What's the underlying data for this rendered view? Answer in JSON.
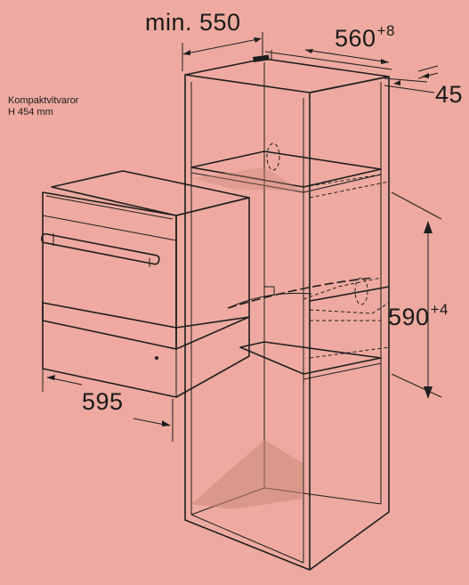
{
  "labels": {
    "min_depth": "min. 550",
    "width_niche": "560",
    "width_niche_tol": "+8",
    "depth_gap": "45",
    "product_line1": "Kompaktvitvaror",
    "product_line2": "H 454 mm",
    "height_niche": "590",
    "height_niche_tol": "+4",
    "appliance_width": "595"
  },
  "colors": {
    "background": "#eeaaa0",
    "line": "#1e1e1e",
    "shade": "#c98878"
  }
}
